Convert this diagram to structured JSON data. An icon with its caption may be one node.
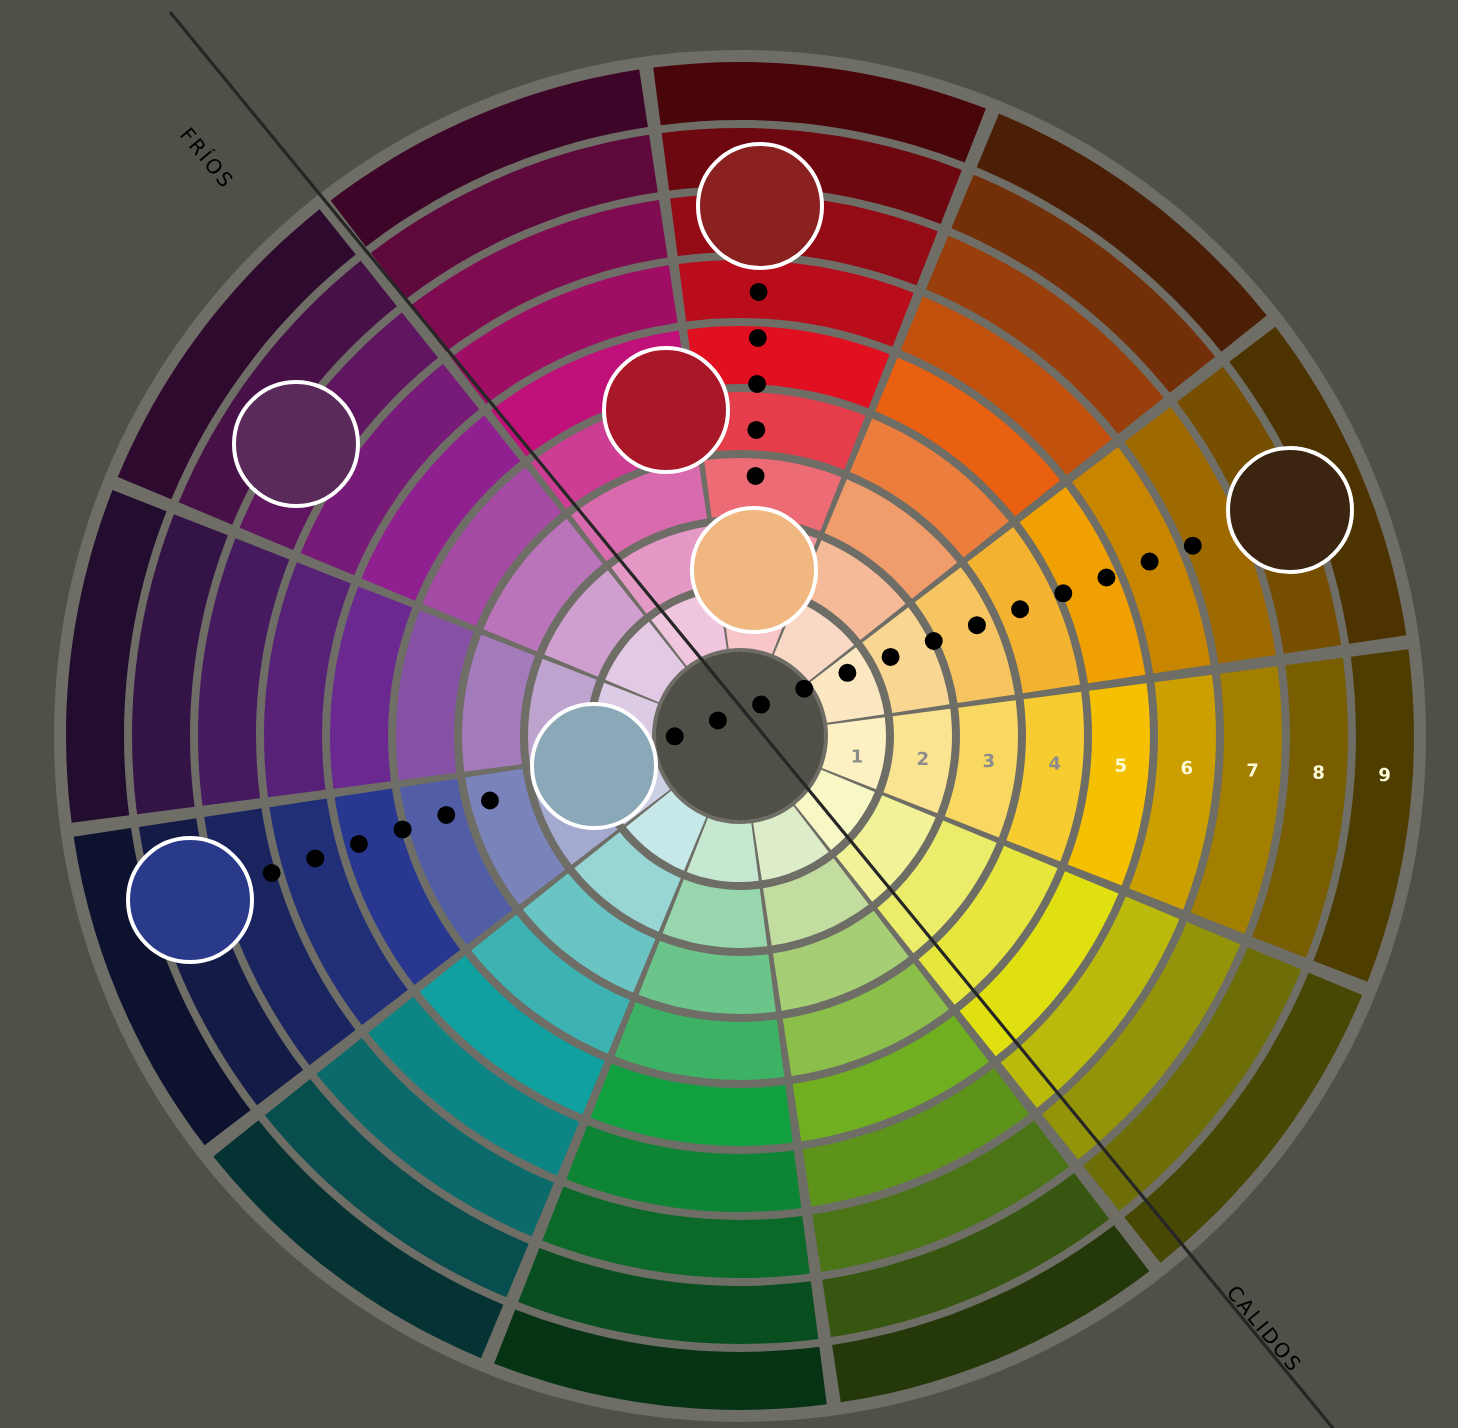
{
  "diagram": {
    "nodes": [
      {
        "text": [],
        "shape": "circle"
      },
      {
        "text": [],
        "shape": "circle"
      },
      {
        "text": [],
        "shape": "circle"
      },
      {
        "text": [],
        "shape": "circle"
      },
      {
        "text": [],
        "shape": "circle"
      },
      {
        "text": [],
        "shape": "circle"
      },
      {
        "text": [],
        "shape": "circle"
      }
    ],
    "edges": [
      {
        "from": 0,
        "to": 4,
        "arrow": "none"
      },
      {
        "from": 6,
        "to": 5,
        "arrow": "none"
      },
      {
        "from": 5,
        "to": 3,
        "arrow": "none"
      }
    ],
    "labels": [
      "FRÍOS",
      "CALIDOS",
      "1",
      "2",
      "3",
      "4",
      "5",
      "6",
      "7",
      "8",
      "9"
    ]
  }
}
